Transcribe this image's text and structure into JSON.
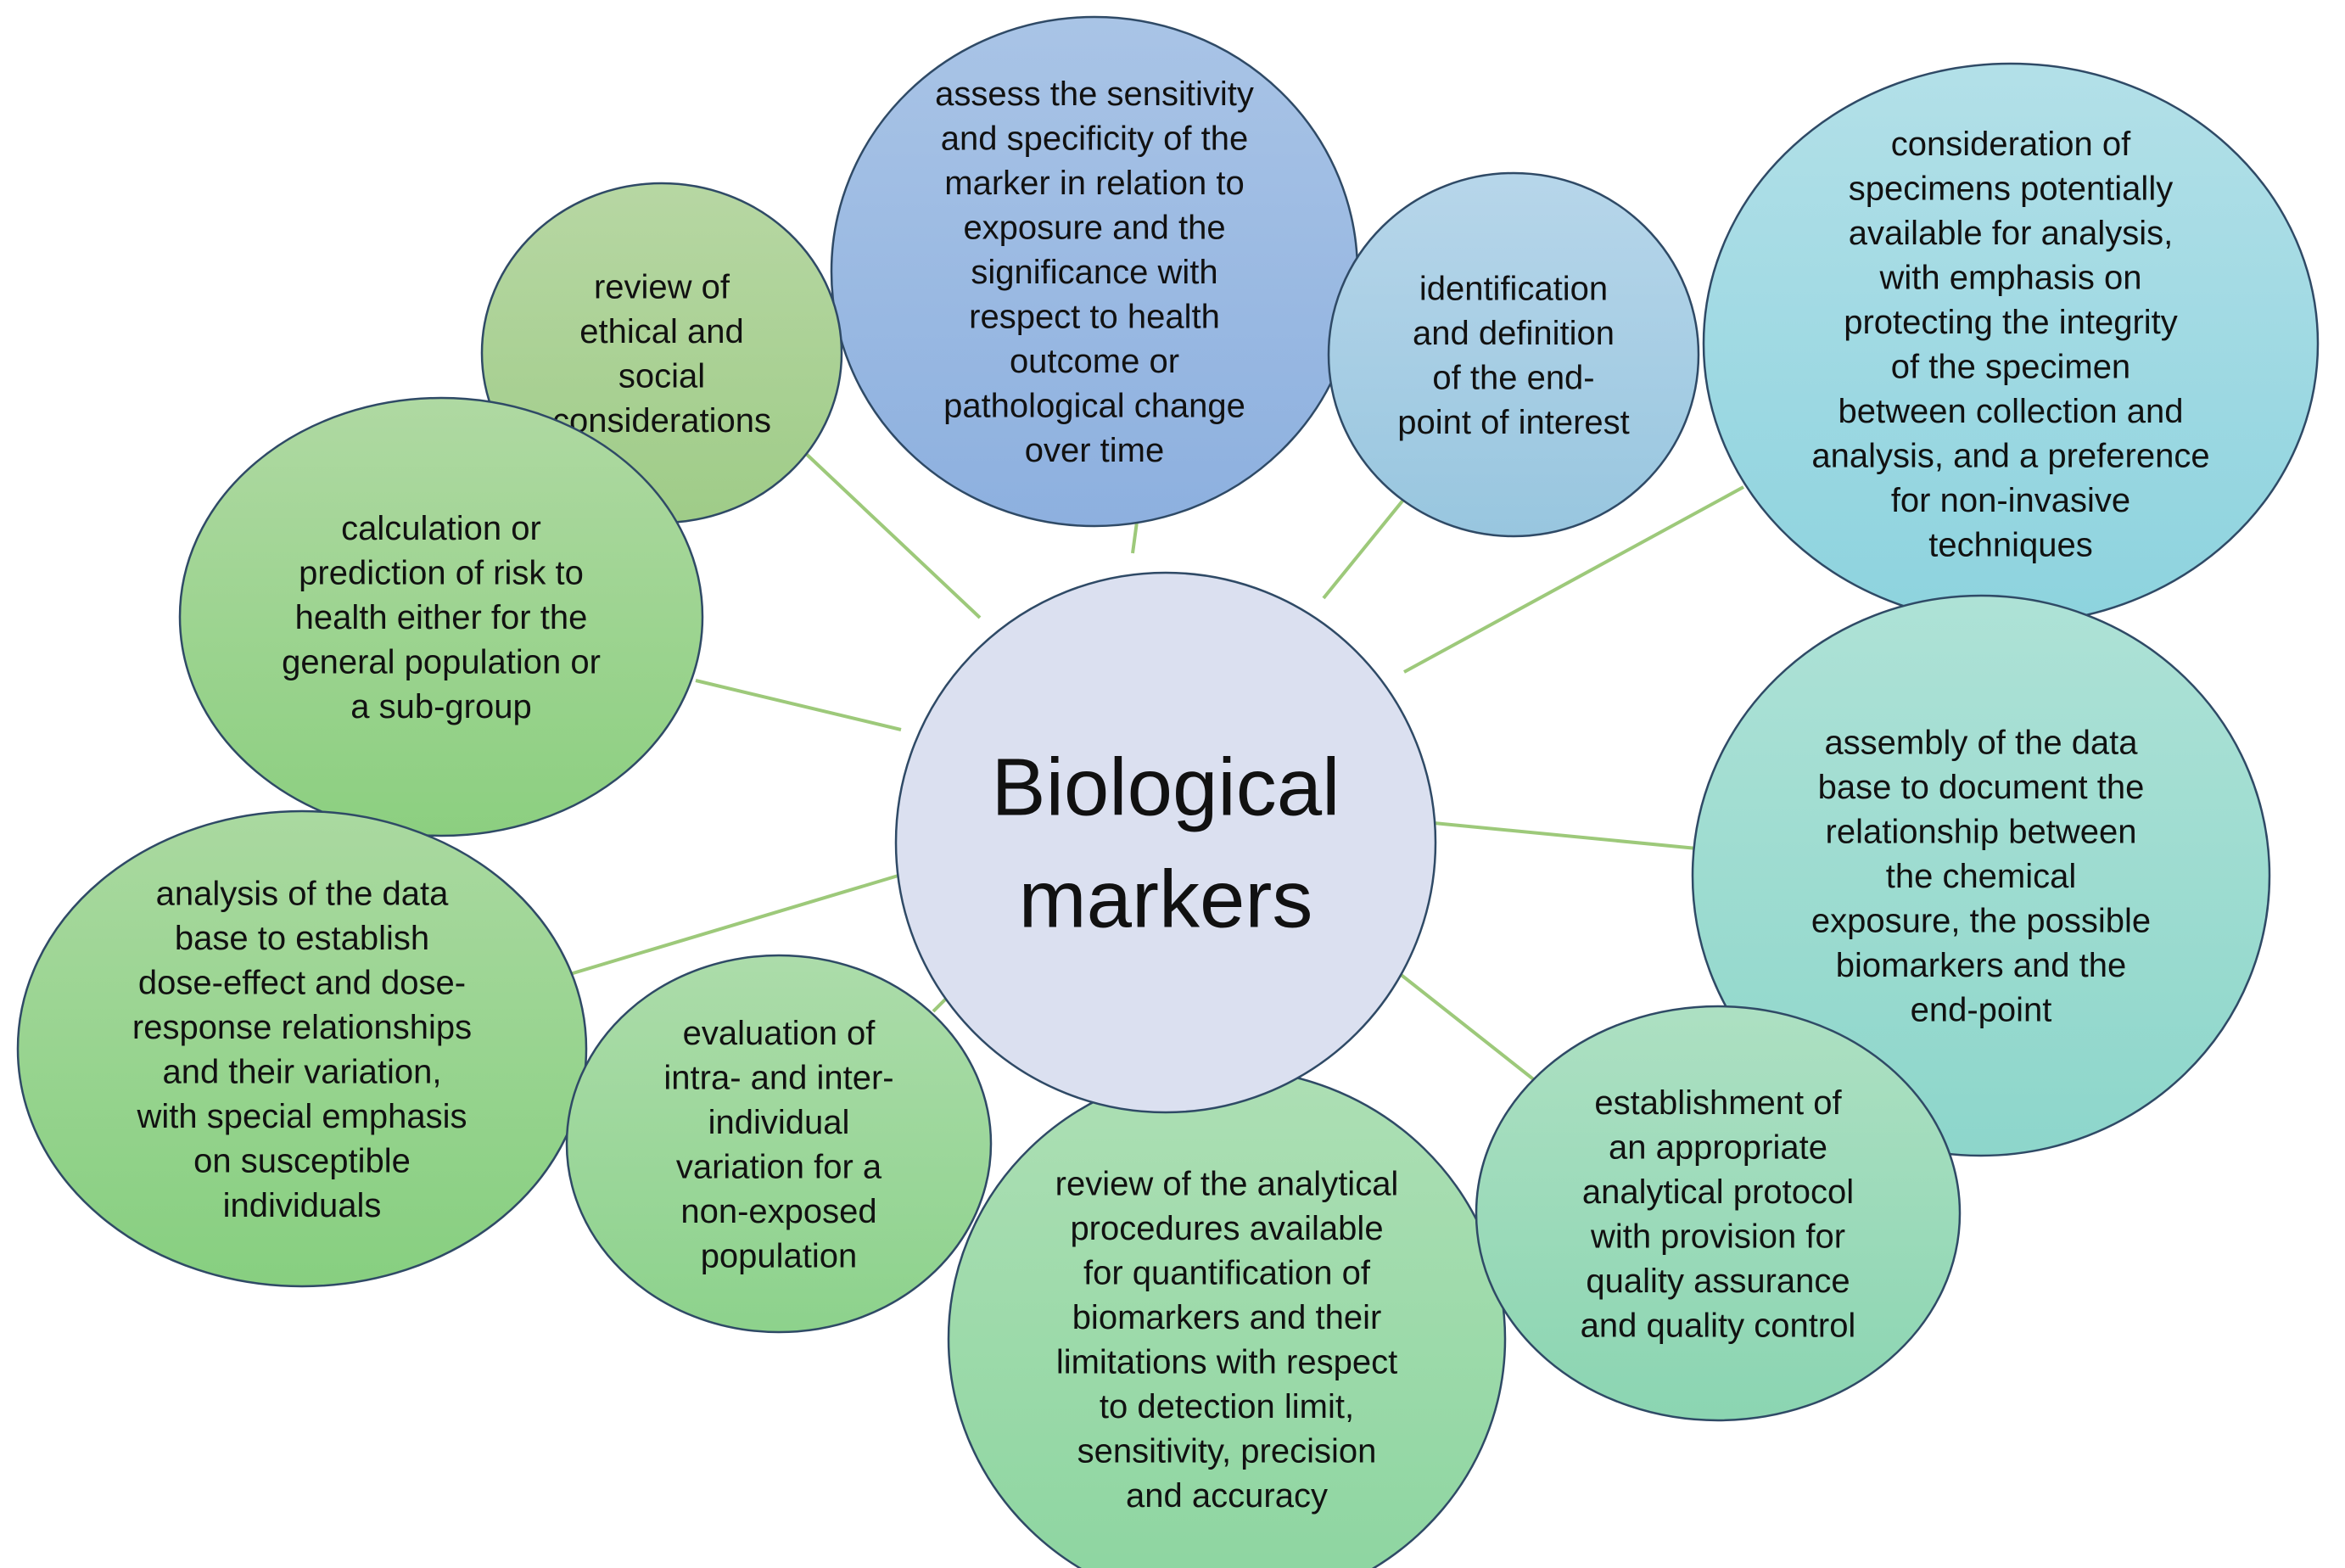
{
  "center": {
    "label_lines": [
      "Biological",
      "markers"
    ],
    "color": "#dbe0f0"
  },
  "nodes": [
    {
      "id": "sensitivity-specificity",
      "lines": [
        "assess the sensitivity",
        "and specificity of the",
        "marker in relation to",
        "exposure and the",
        "significance with",
        "respect to health",
        "outcome or",
        "pathological change",
        "over time"
      ],
      "colors": [
        "#a9c4e6",
        "#8db0df"
      ]
    },
    {
      "id": "ethical-social",
      "lines": [
        "review of",
        "ethical and",
        "social",
        "considerations"
      ],
      "colors": [
        "#b7d7a3",
        "#9fcc88"
      ]
    },
    {
      "id": "endpoint-definition",
      "lines": [
        "identification",
        "and definition",
        "of the end-",
        "point of interest"
      ],
      "colors": [
        "#b7d6ea",
        "#98c6df"
      ]
    },
    {
      "id": "specimens",
      "lines": [
        "consideration of",
        "specimens potentially",
        "available for analysis,",
        "with emphasis on",
        "protecting the integrity",
        "of the specimen",
        "between collection and",
        "analysis, and a preference",
        "for non-invasive",
        "techniques"
      ],
      "colors": [
        "#b3e0e8",
        "#8dd3de"
      ]
    },
    {
      "id": "risk-calculation",
      "lines": [
        "calculation or",
        "prediction of risk to",
        "health either for the",
        "general population or",
        "a sub-group"
      ],
      "colors": [
        "#afd9a2",
        "#8ccf80"
      ]
    },
    {
      "id": "database-assembly",
      "lines": [
        "assembly of the data",
        "base to document the",
        "relationship between",
        "the chemical",
        "exposure, the possible",
        "biomarkers and the",
        "end-point"
      ],
      "colors": [
        "#aee2d6",
        "#8dd6cb"
      ]
    },
    {
      "id": "dose-response",
      "lines": [
        "analysis of the data",
        "base to establish",
        "dose-effect and dose-",
        "response relationships",
        "and their variation,",
        "with special emphasis",
        "on susceptible",
        "individuals"
      ],
      "colors": [
        "#aad9a0",
        "#87cf80"
      ]
    },
    {
      "id": "individual-variation",
      "lines": [
        "evaluation of",
        "intra- and inter-",
        "individual",
        "variation for a",
        "non-exposed",
        "population"
      ],
      "colors": [
        "#acdcaa",
        "#8dd28c"
      ]
    },
    {
      "id": "analytical-procedures",
      "lines": [
        "review of the analytical",
        "procedures available",
        "for quantification of",
        "biomarkers and their",
        "limitations with respect",
        "to detection limit,",
        "sensitivity, precision",
        "and accuracy"
      ],
      "colors": [
        "#addfb4",
        "#8cd5a0"
      ]
    },
    {
      "id": "analytical-protocol",
      "lines": [
        "establishment of",
        "an appropriate",
        "analytical protocol",
        "with provision for",
        "quality assurance",
        "and quality control"
      ],
      "colors": [
        "#ade0c2",
        "#8bd5b2"
      ]
    }
  ],
  "connector_color": "#9dc97a"
}
